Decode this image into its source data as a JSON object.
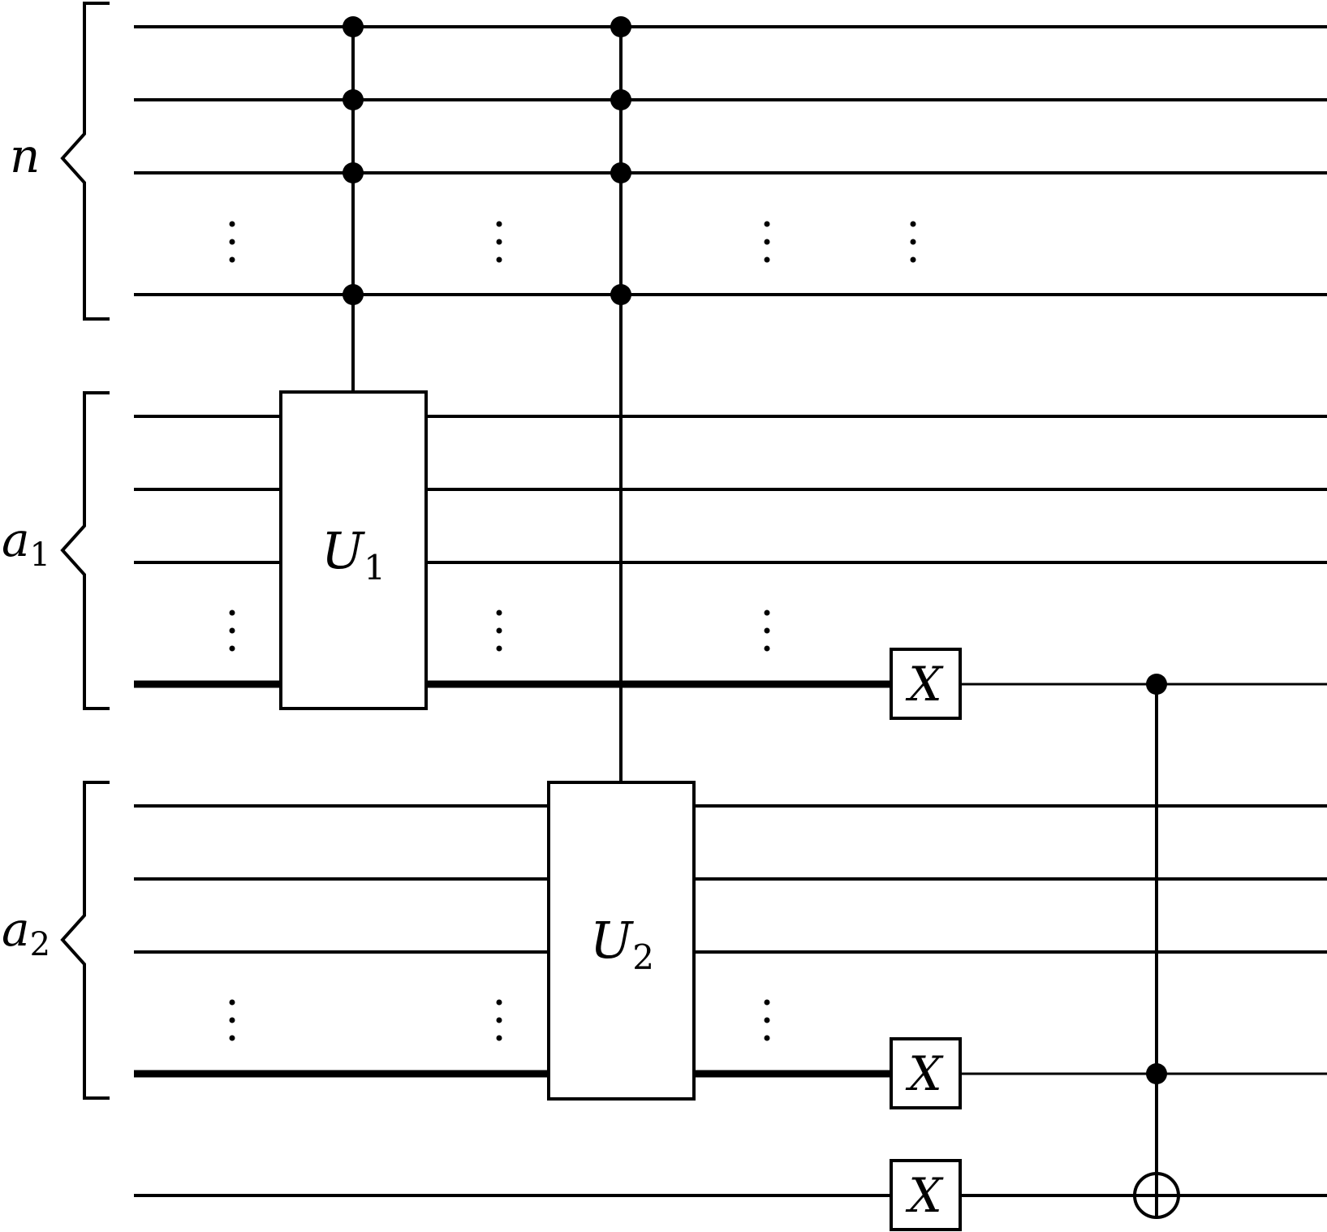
{
  "colors": {
    "ink": "#000000",
    "background": "#ffffff"
  },
  "registers": [
    {
      "id": "n",
      "label": "n",
      "subscript": ""
    },
    {
      "id": "a1",
      "label": "a",
      "subscript": "1"
    },
    {
      "id": "a2",
      "label": "a",
      "subscript": "2"
    }
  ],
  "gates": [
    {
      "id": "U1",
      "label": "U",
      "subscript": "1"
    },
    {
      "id": "U2",
      "label": "U",
      "subscript": "2"
    },
    {
      "id": "X1",
      "label": "X",
      "subscript": ""
    },
    {
      "id": "X2",
      "label": "X",
      "subscript": ""
    },
    {
      "id": "X3",
      "label": "X",
      "subscript": ""
    }
  ]
}
